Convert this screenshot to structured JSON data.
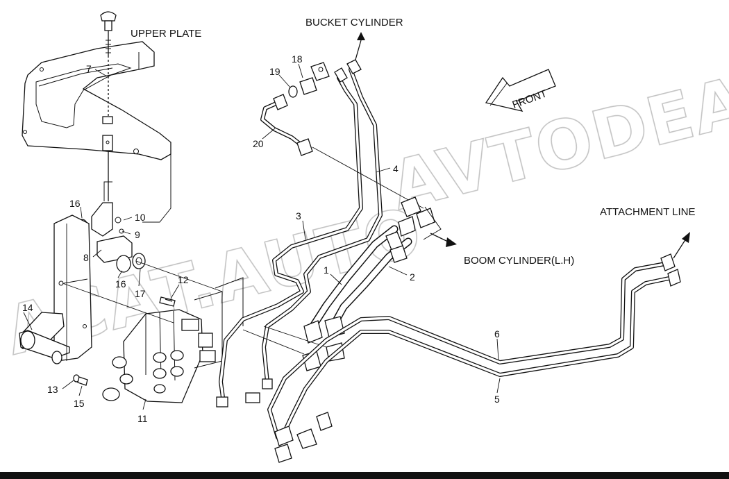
{
  "labels": {
    "upper_plate": "UPPER PLATE",
    "bucket_cylinder": "BUCKET CYLINDER",
    "boom_cylinder": "BOOM CYLINDER(L.H)",
    "attachment_line": "ATTACHMENT LINE",
    "front": "FRONT"
  },
  "part_numbers": {
    "p1": "1",
    "p2": "2",
    "p3": "3",
    "p4": "4",
    "p5": "5",
    "p6": "6",
    "p7": "7",
    "p8": "8",
    "p9": "9",
    "p10": "10",
    "p11": "11",
    "p12": "12",
    "p13": "13",
    "p14": "14",
    "p15": "15",
    "p16a": "16",
    "p16b": "16",
    "p17": "17",
    "p18": "18",
    "p19": "19",
    "p20": "20"
  },
  "watermark": {
    "line1": "AVTODEALER.RU",
    "line2": "ACAT.AUTO"
  }
}
